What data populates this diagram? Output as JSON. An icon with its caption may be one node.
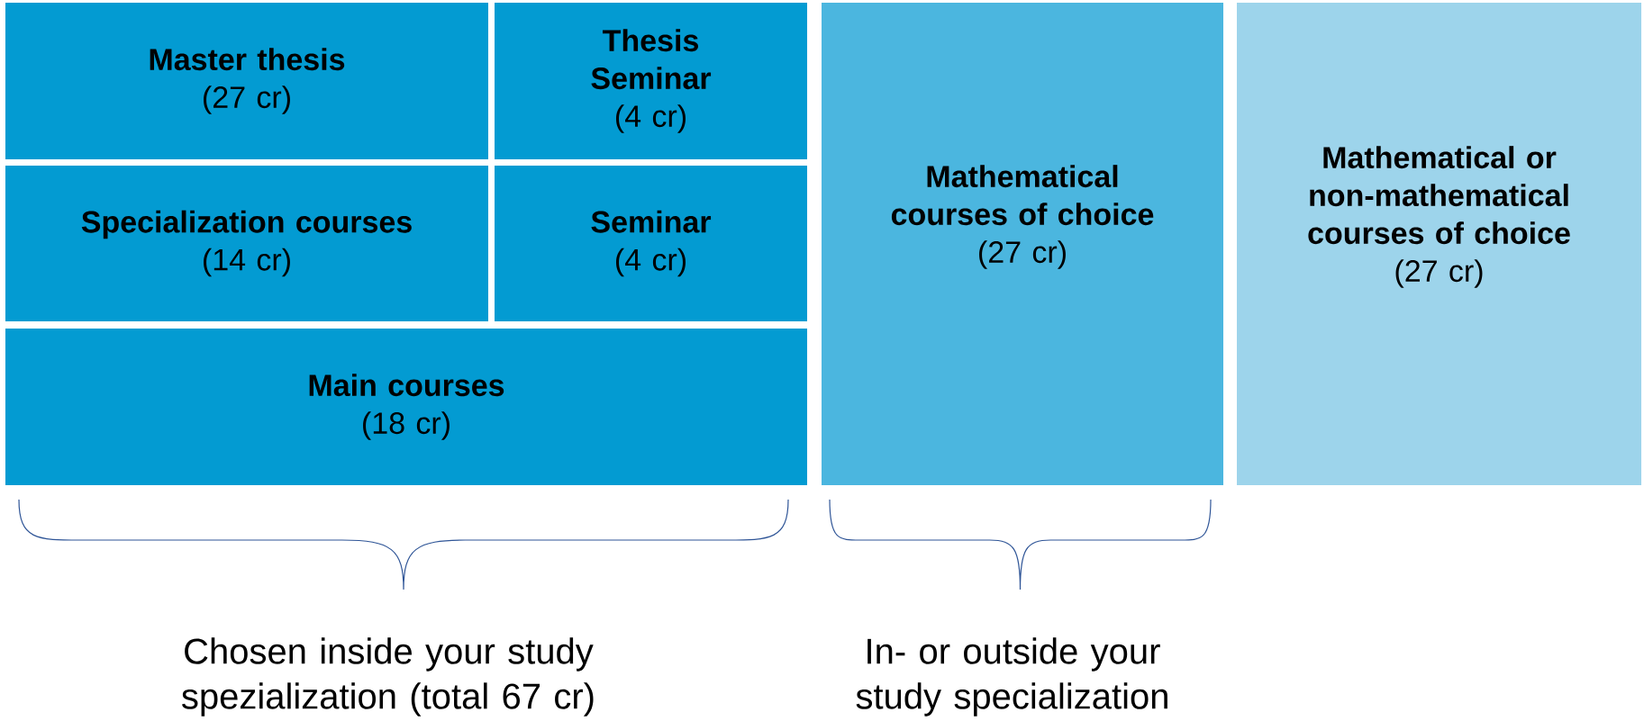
{
  "diagram": {
    "nodes": [
      {
        "text": [
          "Master thesis",
          "(27 cr)"
        ]
      },
      {
        "text": [
          "Thesis Seminar",
          "(4 cr)"
        ]
      },
      {
        "text": [
          "Specialization courses",
          "(14 cr)"
        ]
      },
      {
        "text": [
          "Seminar",
          "(4 cr)"
        ]
      },
      {
        "text": [
          "Main courses",
          "(18 cr)"
        ]
      },
      {
        "text": [
          "Mathematical courses of choice",
          "(27 cr)"
        ]
      },
      {
        "text": [
          "Mathematical or non-mathematical courses of choice",
          "(27 cr)"
        ]
      }
    ],
    "labels": [
      "Chosen inside your study spezialization (total 67 cr)",
      "In- or outside your study specialization"
    ]
  }
}
